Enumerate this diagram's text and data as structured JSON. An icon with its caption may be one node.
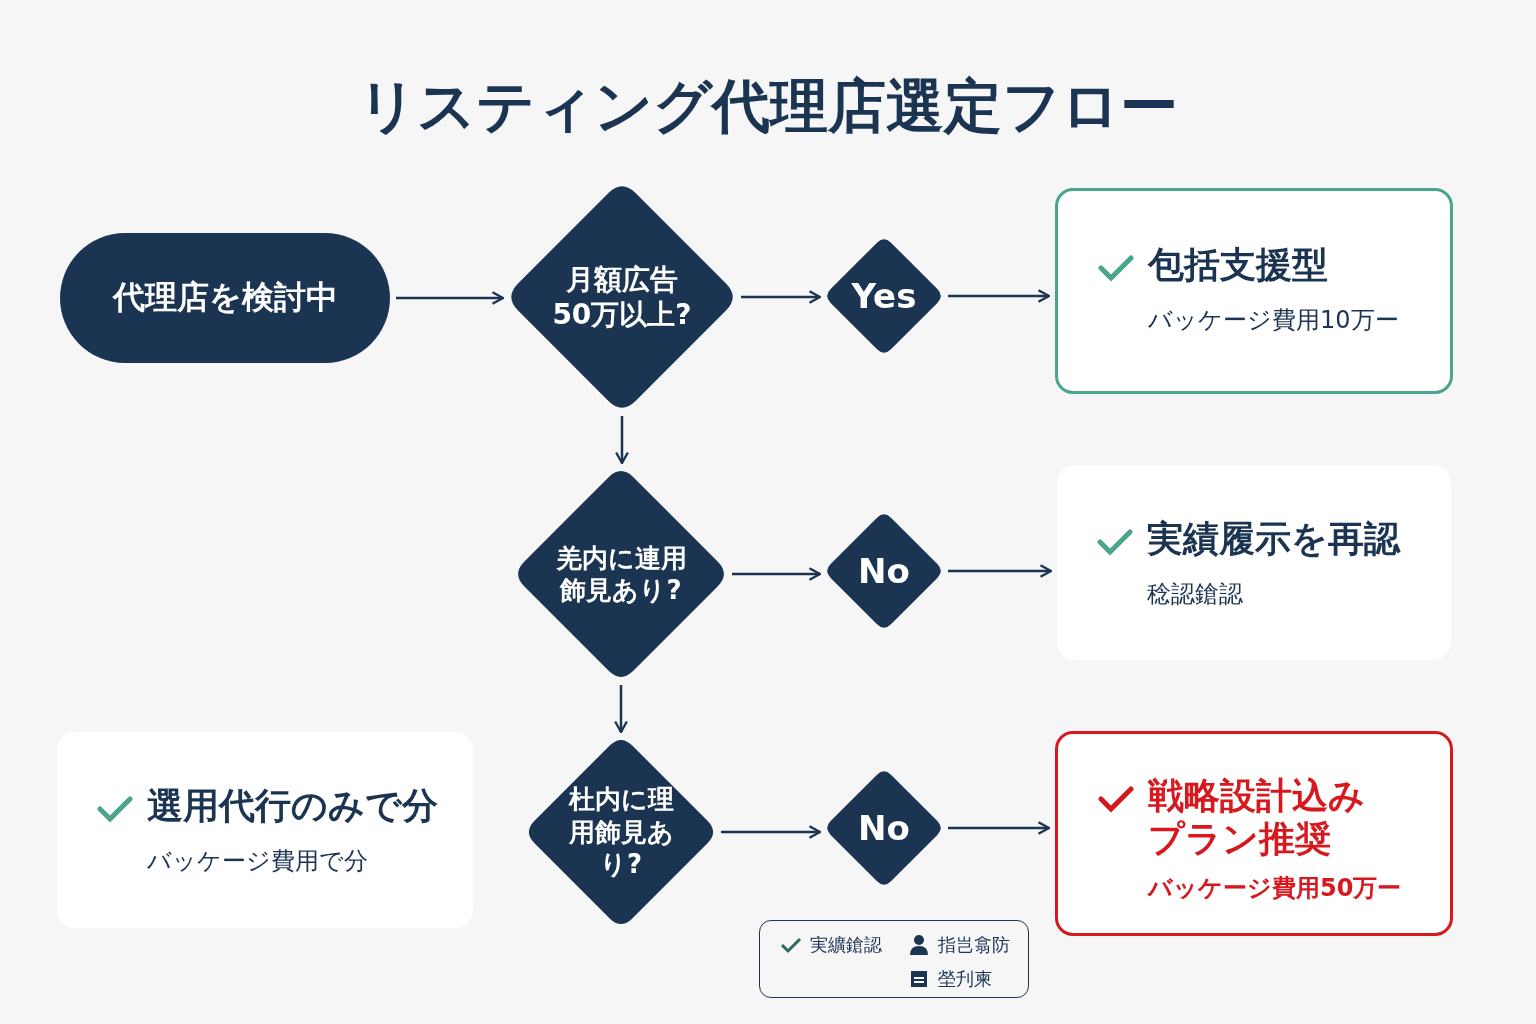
{
  "diagram": {
    "title": "リスティング代理店選定フロー",
    "nodes": [
      {
        "text": [
          "代理店を検討中"
        ]
      },
      {
        "text": [
          "月額広告50万以上?"
        ]
      },
      {
        "text": [
          "Yes"
        ]
      },
      {
        "text": [
          "包括支援型",
          "バッケージ費用10万ー"
        ]
      },
      {
        "text": [
          "羌内に連用飾見あり?"
        ]
      },
      {
        "text": [
          "No"
        ]
      },
      {
        "text": [
          "実績履示を再認",
          "稔認鎗認"
        ]
      },
      {
        "text": [
          "杜内に理用飾見あり?"
        ]
      },
      {
        "text": [
          "No"
        ]
      },
      {
        "text": [
          "戦略設計込みプラン推奨",
          "バッケージ費用50万ー"
        ]
      },
      {
        "text": [
          "選用代行のみで分",
          "バッケージ費用で分"
        ]
      }
    ],
    "edges": [
      {
        "from": 0,
        "to": 1,
        "arrow": "to"
      },
      {
        "from": 1,
        "to": 2,
        "arrow": "to"
      },
      {
        "from": 2,
        "to": 3,
        "arrow": "to"
      },
      {
        "from": 1,
        "to": 4,
        "arrow": "to"
      },
      {
        "from": 4,
        "to": 5,
        "arrow": "to"
      },
      {
        "from": 5,
        "to": 6,
        "arrow": "to"
      },
      {
        "from": 4,
        "to": 7,
        "arrow": "to"
      },
      {
        "from": 7,
        "to": 8,
        "arrow": "to"
      },
      {
        "from": 8,
        "to": 9,
        "arrow": "to"
      }
    ],
    "legend": [
      {
        "text": "実纊鎗認"
      },
      {
        "text": "指岂翕防"
      },
      {
        "text": "塋刋柬"
      }
    ]
  }
}
